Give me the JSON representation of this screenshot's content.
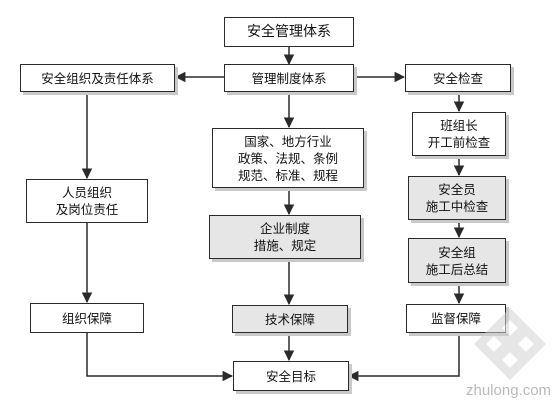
{
  "diagram": {
    "top": "安全管理体系",
    "left_col": {
      "header": "安全组织及责任体系",
      "box2": "人员组织\n及岗位责任",
      "box3": "组织保障"
    },
    "mid_col": {
      "header": "管理制度体系",
      "box2": "国家、地方行业\n政策、法规、条例\n规范、标准、规程",
      "box3": "企业制度\n措施、规定",
      "box4": "技术保障"
    },
    "right_col": {
      "header": "安全检查",
      "box2": "班组长\n开工前检查",
      "box3": "安全员\n施工中检查",
      "box4": "安全组\n施工后总结",
      "box5": "监督保障"
    },
    "bottom": "安全目标"
  },
  "watermark": {
    "text": "zhulong.com",
    "icon": "zhulong-logo-icon"
  },
  "colors": {
    "line": "#2a2a2a",
    "gray_box": "#e6e6e6",
    "watermark": "#b9b9b9"
  }
}
